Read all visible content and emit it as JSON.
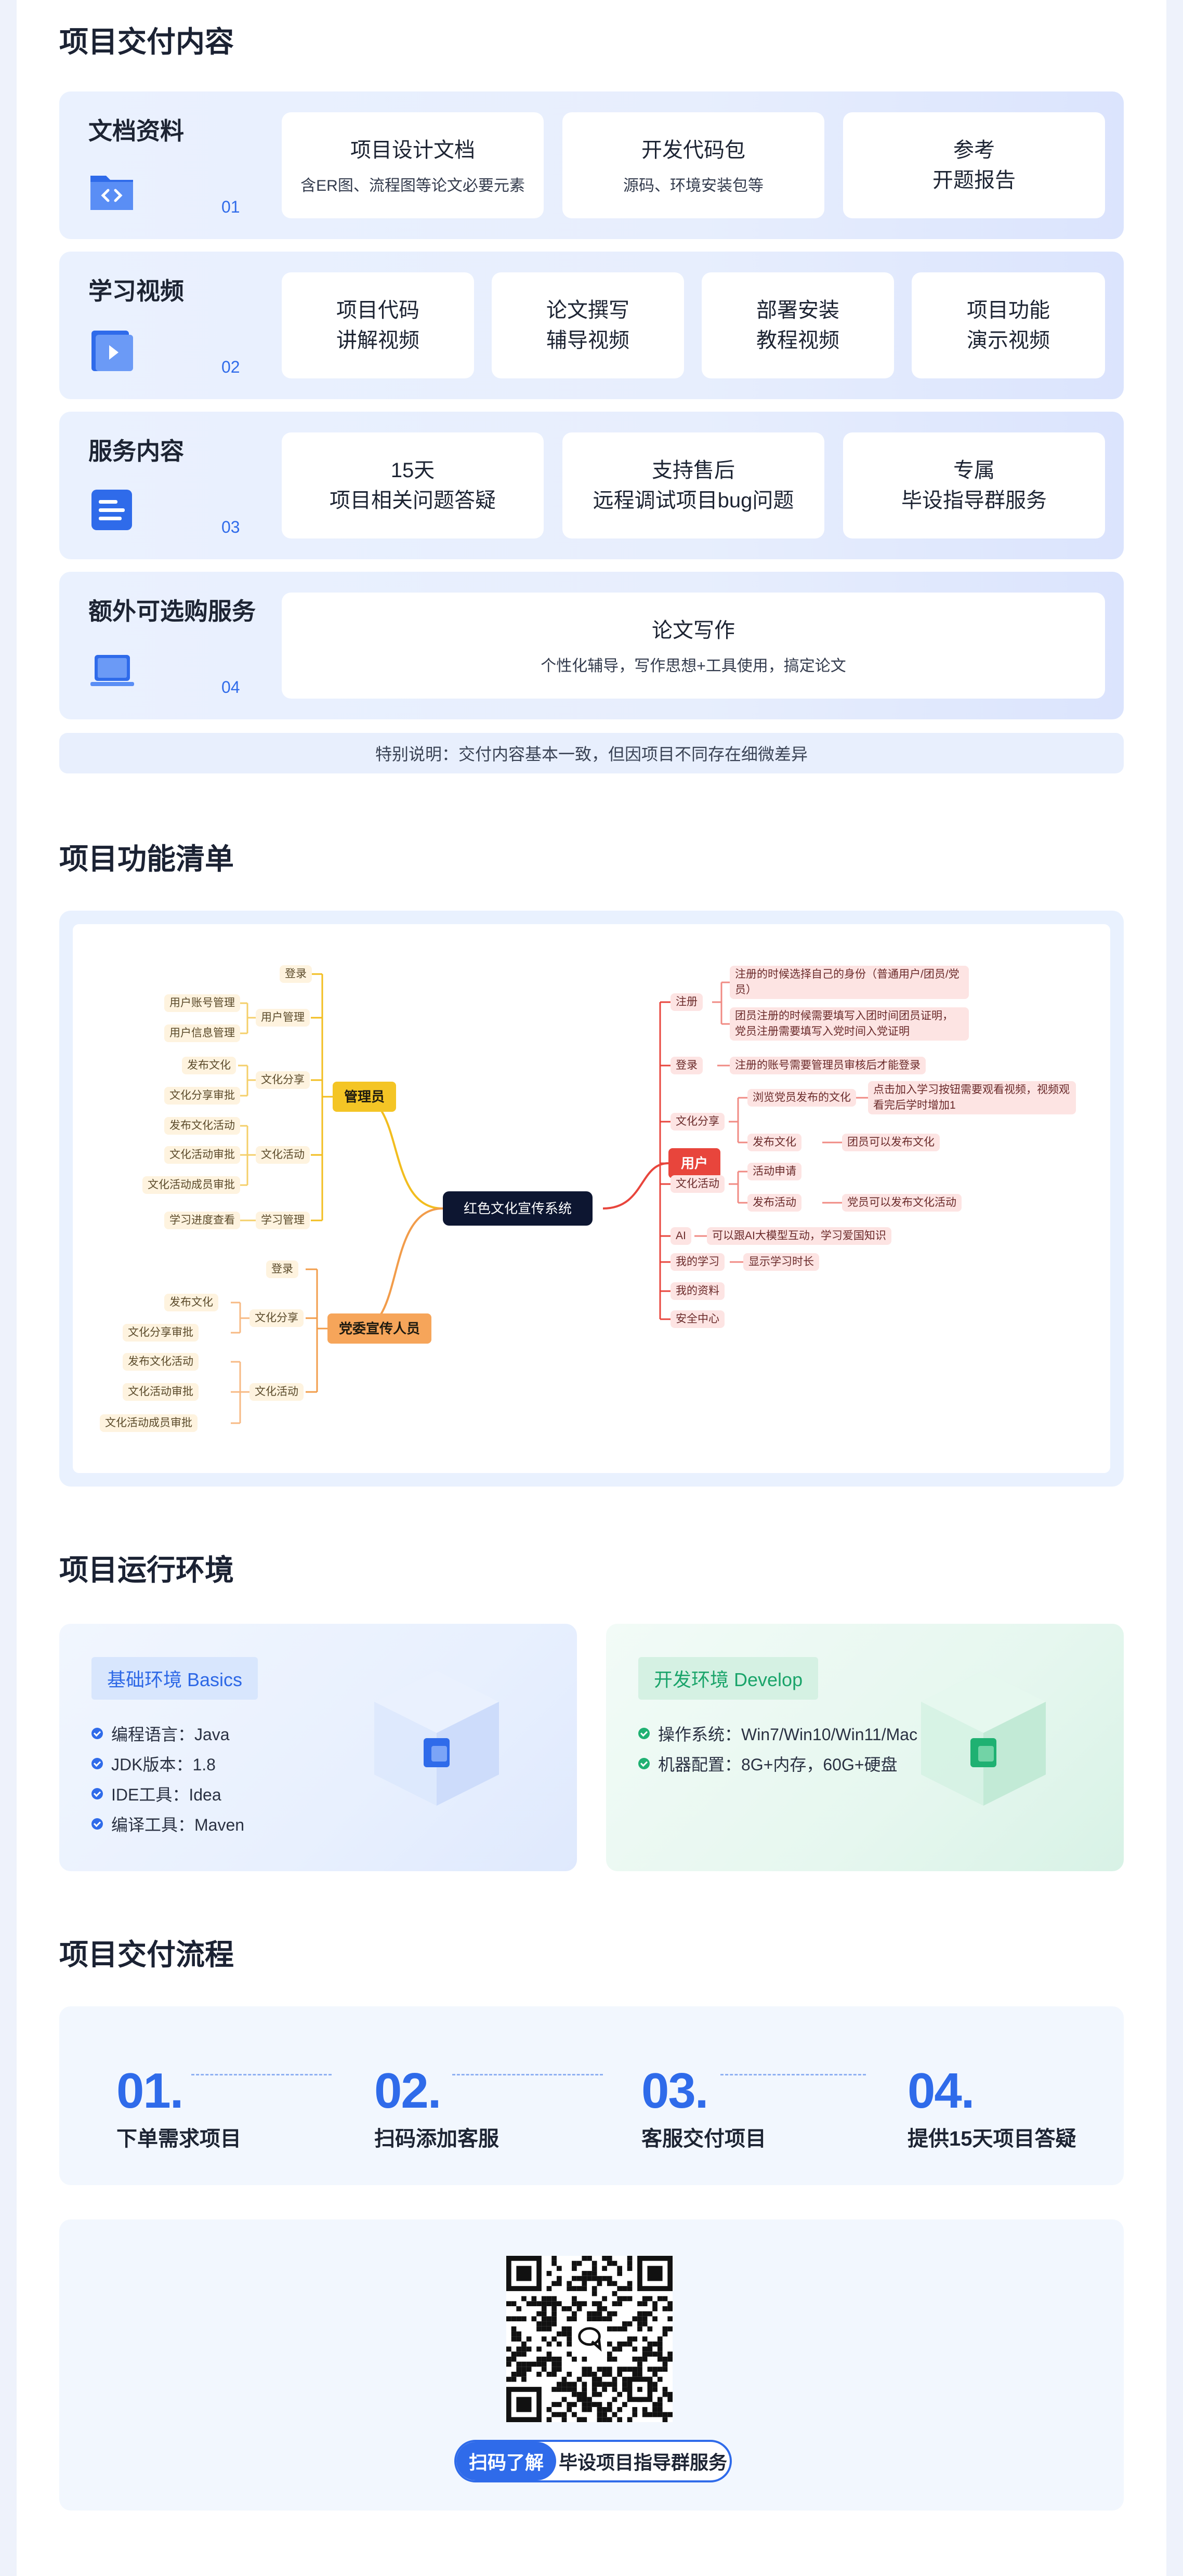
{
  "delivery": {
    "title": "项目交付内容",
    "rows": [
      {
        "name": "文档资料",
        "num": "01",
        "icon": "code-folder-icon",
        "items": [
          {
            "t": "项目设计文档",
            "s": "含ER图、流程图等论文必要元素"
          },
          {
            "t": "开发代码包",
            "s": "源码、环境安装包等"
          },
          {
            "t": "参考\n开题报告",
            "s": ""
          }
        ]
      },
      {
        "name": "学习视频",
        "num": "02",
        "icon": "video-icon",
        "items": [
          {
            "t": "项目代码\n讲解视频",
            "s": ""
          },
          {
            "t": "论文撰写\n辅导视频",
            "s": ""
          },
          {
            "t": "部署安装\n教程视频",
            "s": ""
          },
          {
            "t": "项目功能\n演示视频",
            "s": ""
          }
        ]
      },
      {
        "name": "服务内容",
        "num": "03",
        "icon": "document-icon",
        "items": [
          {
            "t": "15天\n项目相关问题答疑",
            "s": ""
          },
          {
            "t": "支持售后\n远程调试项目bug问题",
            "s": ""
          },
          {
            "t": "专属\n毕设指导群服务",
            "s": ""
          }
        ]
      },
      {
        "name": "额外可选购服务",
        "num": "04",
        "icon": "laptop-icon",
        "items": [
          {
            "t": "论文写作",
            "s": "个性化辅导，写作思想+工具使用，搞定论文"
          }
        ]
      }
    ],
    "note": "特别说明：交付内容基本一致，但因项目不同存在细微差异"
  },
  "features": {
    "title": "项目功能清单",
    "root": "红色文化宣传系统",
    "admin": {
      "label": "管理员",
      "groups": [
        {
          "label": "登录",
          "leaves": []
        },
        {
          "label": "用户管理",
          "leaves": [
            "用户账号管理",
            "用户信息管理"
          ]
        },
        {
          "label": "文化分享",
          "leaves": [
            "发布文化",
            "文化分享审批"
          ]
        },
        {
          "label": "文化活动",
          "leaves": [
            "发布文化活动",
            "文化活动审批",
            "文化活动成员审批"
          ]
        },
        {
          "label": "学习管理",
          "leaves": [
            "学习进度查看"
          ]
        }
      ]
    },
    "party": {
      "label": "党委宣传人员",
      "groups": [
        {
          "label": "登录",
          "leaves": []
        },
        {
          "label": "文化分享",
          "leaves": [
            "发布文化",
            "文化分享审批"
          ]
        },
        {
          "label": "文化活动",
          "leaves": [
            "发布文化活动",
            "文化活动审批",
            "文化活动成员审批"
          ]
        }
      ]
    },
    "user": {
      "label": "用户",
      "groups": [
        {
          "label": "注册",
          "leaves": [
            "注册的时候选择自己的身份（普通用户/团员/党员）",
            "团员注册的时候需要填写入团时间团员证明，党员注册需要填写入党时间入党证明"
          ]
        },
        {
          "label": "登录",
          "leaves": [
            "注册的账号需要管理员审核后才能登录"
          ]
        },
        {
          "label": "文化分享",
          "subs": [
            {
              "label": "浏览党员发布的文化",
              "note": "点击加入学习按钮需要观看视频，视频观看完后学时增加1"
            },
            {
              "label": "发布文化",
              "note": "团员可以发布文化"
            }
          ]
        },
        {
          "label": "文化活动",
          "subs": [
            {
              "label": "活动申请",
              "note": ""
            },
            {
              "label": "发布活动",
              "note": "党员可以发布文化活动"
            }
          ]
        },
        {
          "label": "AI",
          "leaves": [
            "可以跟AI大模型互动，学习爱国知识"
          ]
        },
        {
          "label": "我的学习",
          "leaves": [
            "显示学习时长"
          ]
        },
        {
          "label": "我的资料",
          "leaves": []
        },
        {
          "label": "安全中心",
          "leaves": []
        }
      ]
    }
  },
  "env": {
    "title": "项目运行环境",
    "basic": {
      "tag": "基础环境  Basics",
      "items": [
        "编程语言：Java",
        "JDK版本：1.8",
        "IDE工具：Idea",
        "编译工具：Maven"
      ]
    },
    "develop": {
      "tag": "开发环境  Develop",
      "items": [
        "操作系统：Win7/Win10/Win11/Mac",
        "机器配置：8G+内存，60G+硬盘"
      ]
    },
    "colors": {
      "blue": "#2f6bea",
      "green": "#1fb172"
    }
  },
  "process": {
    "title": "项目交付流程",
    "steps": [
      {
        "num": "01.",
        "label": "下单需求项目"
      },
      {
        "num": "02.",
        "label": "扫码添加客服"
      },
      {
        "num": "03.",
        "label": "客服交付项目"
      },
      {
        "num": "04.",
        "label": "提供15天项目答疑"
      }
    ]
  },
  "qr": {
    "scan": "扫码了解",
    "service": "毕设项目指导群服务",
    "icon": "qr-code-icon"
  }
}
